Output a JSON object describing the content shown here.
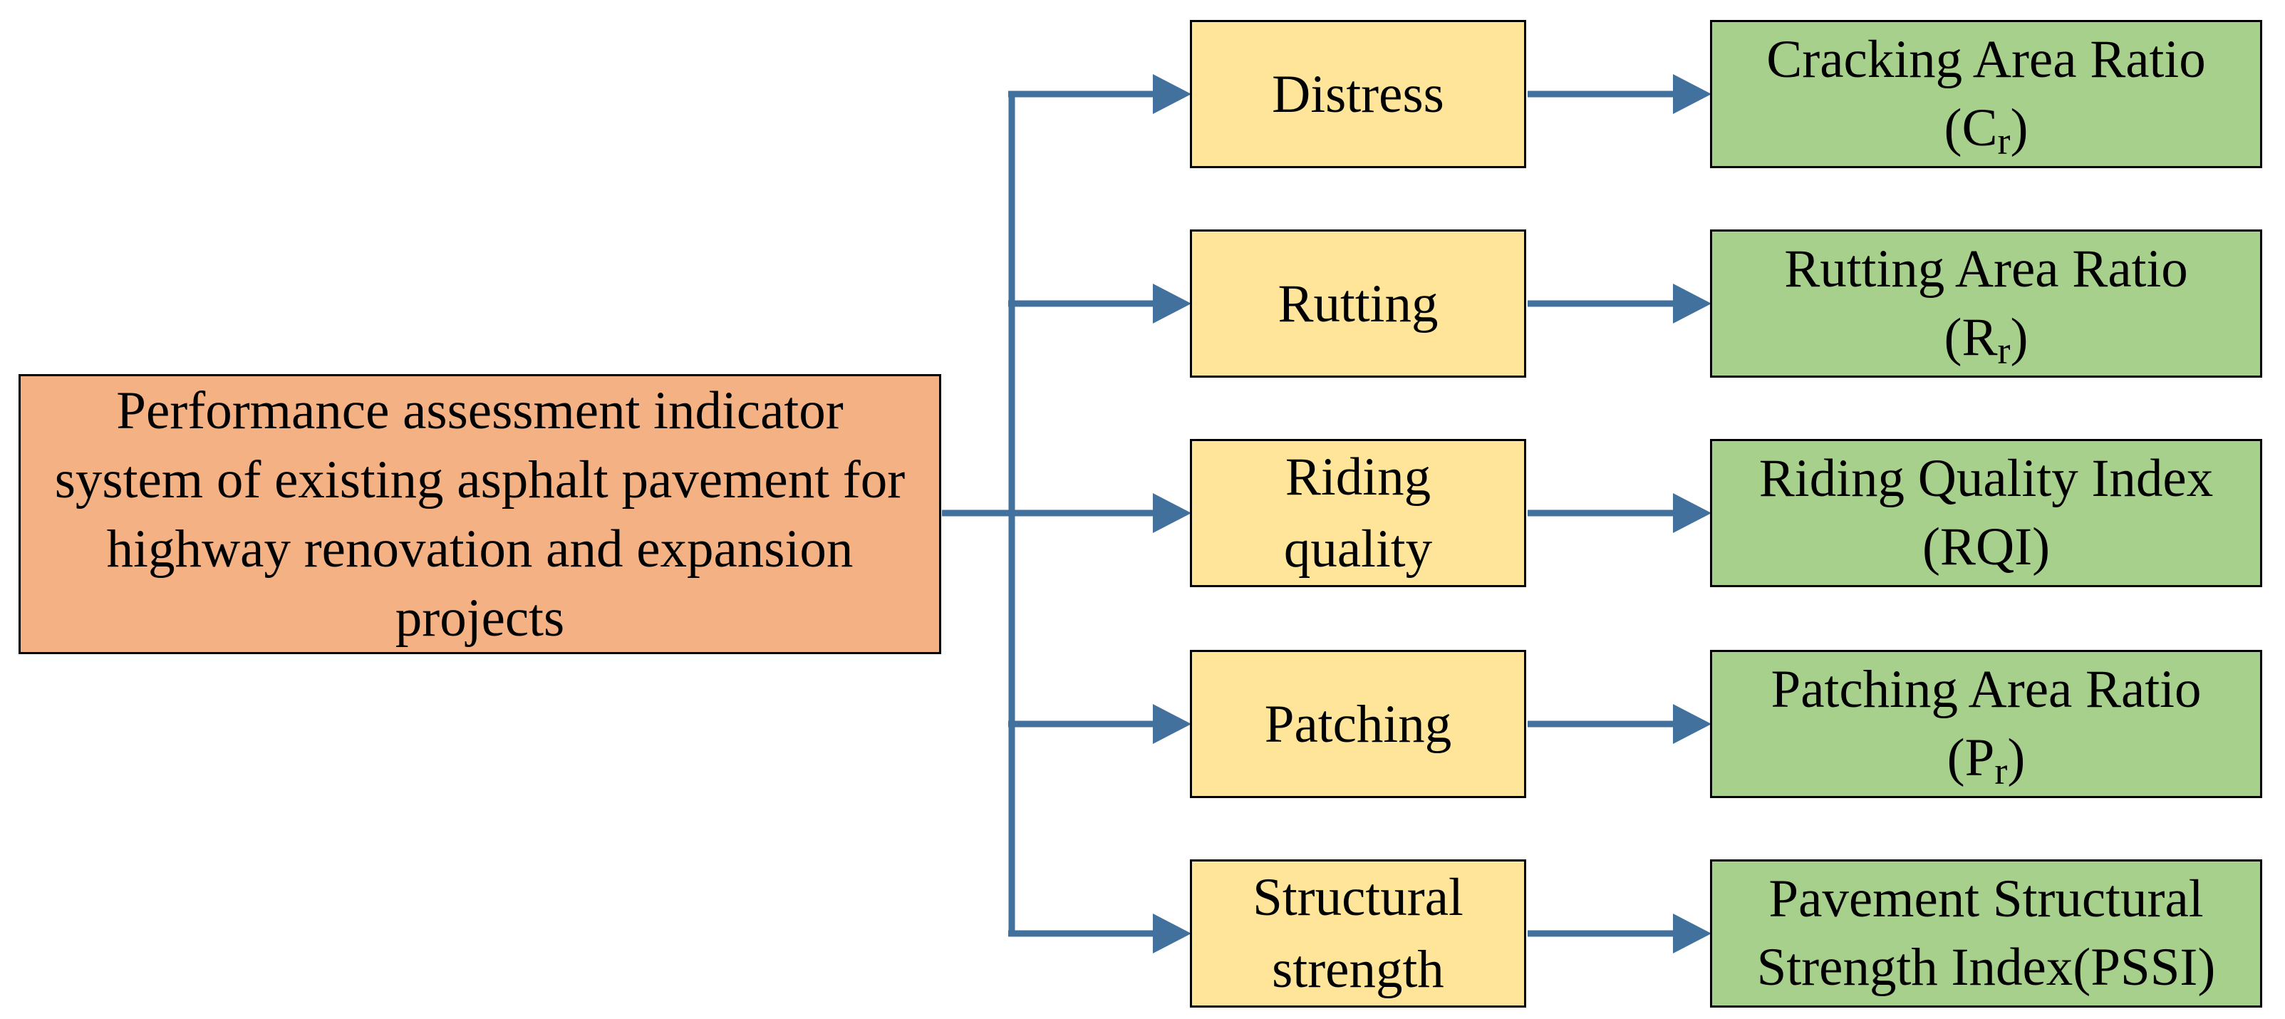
{
  "colors": {
    "background": "#FFFFFF",
    "root_fill": "#F4B183",
    "category_fill": "#FFE599",
    "indicator_fill": "#A8D08D",
    "border": "#000000",
    "connector": "#41719C",
    "text": "#000000"
  },
  "root": {
    "label": "Performance assessment indicator\nsystem of existing asphalt pavement for\nhighway renovation and expansion\nprojects"
  },
  "rows": [
    {
      "category": "Distress",
      "indicator_line1": "Cracking Area Ratio",
      "indicator_line2": {
        "pre": "(C",
        "sub": "r",
        "post": ")"
      }
    },
    {
      "category": "Rutting",
      "indicator_line1": "Rutting Area Ratio",
      "indicator_line2": {
        "pre": "(R",
        "sub": "r",
        "post": ")"
      }
    },
    {
      "category": "Riding\nquality",
      "indicator_line1": "Riding Quality Index",
      "indicator_line2": {
        "pre": "(RQI)",
        "sub": "",
        "post": ""
      }
    },
    {
      "category": "Patching",
      "indicator_line1": "Patching Area Ratio",
      "indicator_line2": {
        "pre": "(P",
        "sub": "r",
        "post": ")"
      }
    },
    {
      "category": "Structural\nstrength",
      "indicator_line1": "Pavement Structural",
      "indicator_line2": {
        "pre": "Strength Index(PSSI)",
        "sub": "",
        "post": ""
      }
    }
  ]
}
